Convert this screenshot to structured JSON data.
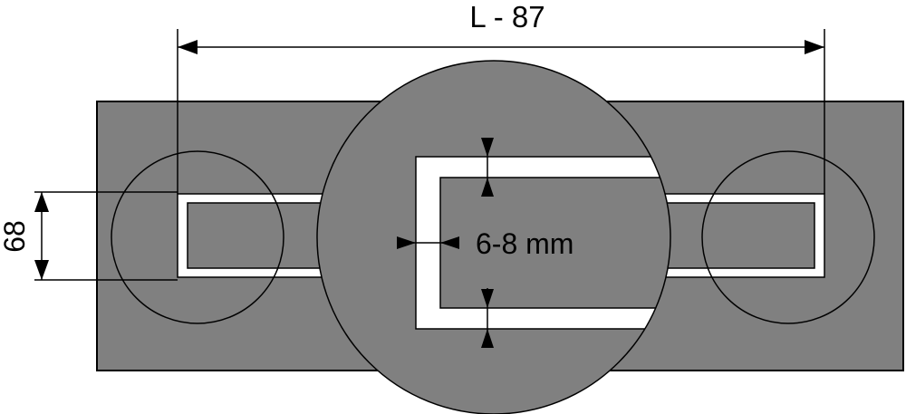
{
  "diagram": {
    "labels": {
      "overall_length": "L - 87",
      "height": "68",
      "gap": "6-8 mm"
    },
    "colors": {
      "plate": "#808080",
      "gap": "#ffffff",
      "line": "#000000",
      "background": "#ffffff"
    }
  }
}
